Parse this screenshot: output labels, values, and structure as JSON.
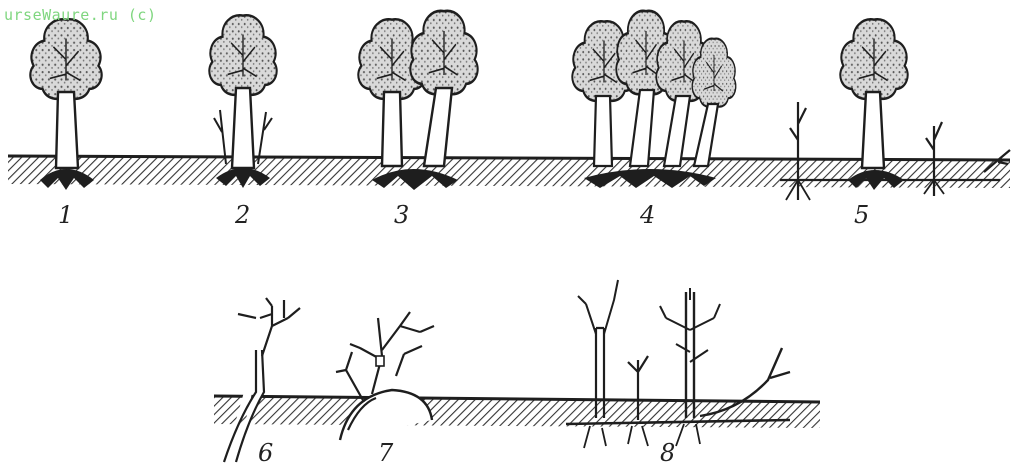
{
  "watermark": {
    "text": "urseWaure.ru (c)",
    "color": "#7fd67f"
  },
  "figure_numbers": [
    "1",
    "2",
    "3",
    "4",
    "5",
    "6",
    "7",
    "8"
  ],
  "colors": {
    "ink": "#1e1e1e",
    "ground_fill": "#9a9a9a",
    "paper": "#ffffff"
  }
}
